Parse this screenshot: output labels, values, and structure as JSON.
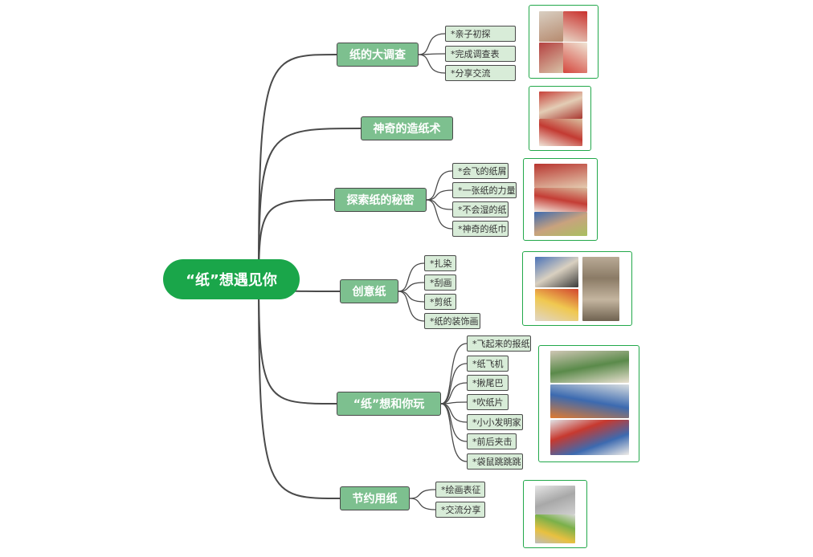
{
  "root": {
    "label": "“纸”想遇见你"
  },
  "branches": [
    {
      "label": "纸的大调查",
      "items": [
        "*亲子初探",
        "*完成调查表",
        "*分享交流"
      ]
    },
    {
      "label": "神奇的造纸术",
      "items": []
    },
    {
      "label": "探索纸的秘密",
      "items": [
        "*会飞的纸屑",
        "*一张纸的力量",
        "*不会湿的纸",
        "*神奇的纸巾"
      ]
    },
    {
      "label": "创意纸",
      "items": [
        "*扎染",
        "*刮画",
        "*剪纸",
        "*纸的装饰画"
      ]
    },
    {
      "label": "“纸”想和你玩",
      "items": [
        "*飞起来的报纸",
        "*纸飞机",
        "*揪尾巴",
        "*吹纸片",
        "*小小发明家",
        "*前后夹击",
        "*袋鼠跳跳跳"
      ]
    },
    {
      "label": "节约用纸",
      "items": [
        "*绘画表征",
        "*交流分享"
      ]
    }
  ],
  "colors": {
    "root": "#1aa64a",
    "branch": "#7dc08f",
    "leaf": "#d8ecd8",
    "frame": "#22a84a",
    "line": "#4a4a4a"
  }
}
